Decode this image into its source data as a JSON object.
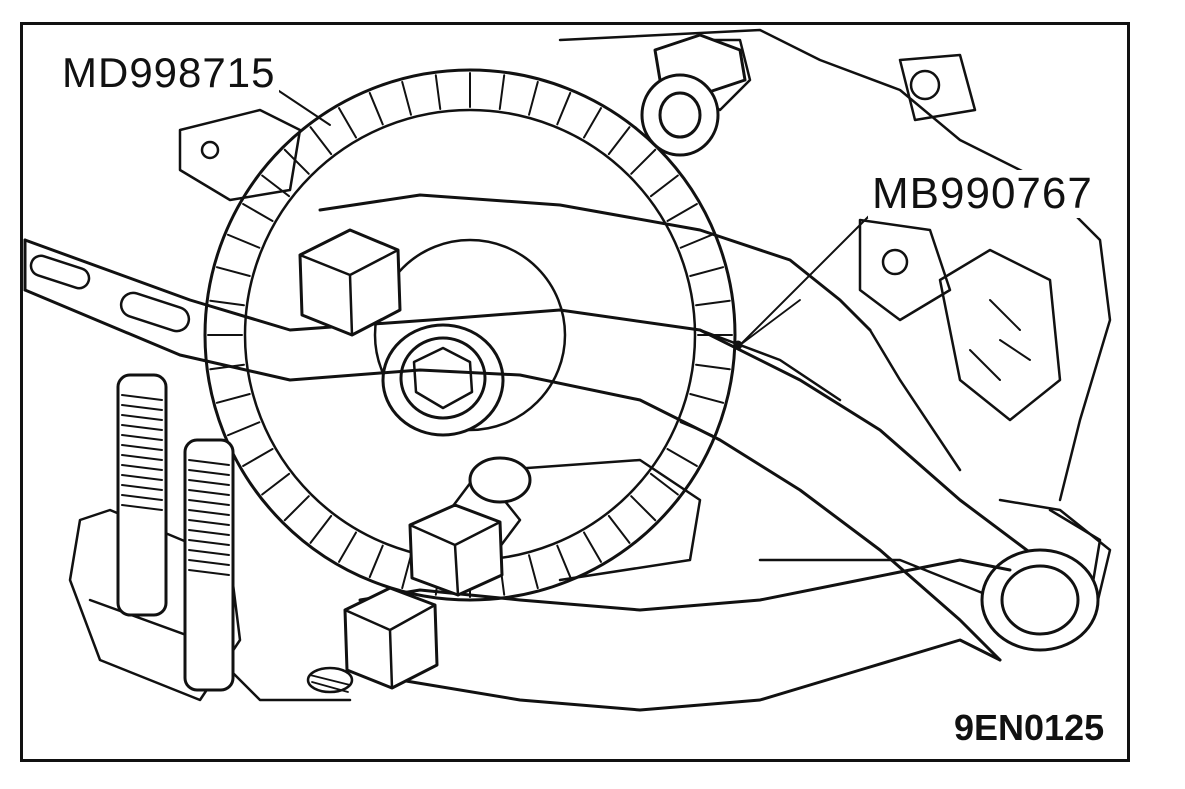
{
  "figure": {
    "labels": {
      "tool_sprocket_holder": "MD998715",
      "tool_wrench": "MB990767",
      "figure_id": "9EN0125"
    },
    "colors": {
      "line": "#111111",
      "background": "#ffffff"
    }
  }
}
